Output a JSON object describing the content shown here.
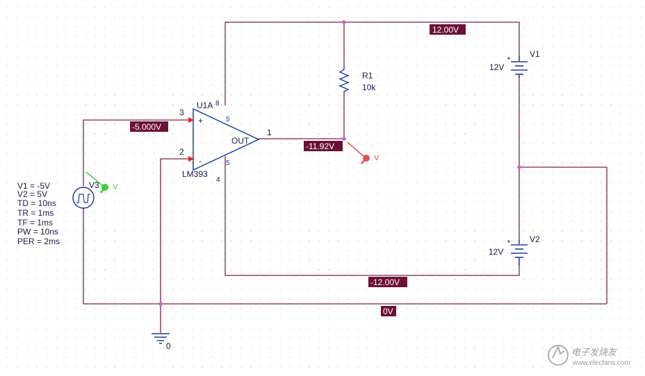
{
  "colors": {
    "wire": "#7a2140",
    "component": "#1d3b9c",
    "tag_bg": "#6b1136",
    "tag_text": "#ffffff",
    "label": "#1a1a40",
    "voltage_marker": "#e65050",
    "voltage_marker_green": "#3ccc3c",
    "grid_dot": "#d2d2d2"
  },
  "opamp": {
    "ref": "U1A",
    "part": "LM393",
    "out_label": "OUT",
    "plus_sign": "+",
    "minus_sign": "-",
    "pin_in_plus": "3",
    "pin_in_minus": "2",
    "pin_out": "1",
    "pin_vplus": "8",
    "pin_vminus": "4",
    "pin_glyph": "5"
  },
  "resistor": {
    "ref": "R1",
    "value": "10k"
  },
  "batteries": [
    {
      "ref": "V1",
      "value": "12V"
    },
    {
      "ref": "V2",
      "value": "12V"
    }
  ],
  "source": {
    "ref": "V3",
    "params": [
      "V1 = -5V",
      "V2 = 5V",
      "TD = 10ns",
      "TR = 1ms",
      "TF = 1ms",
      "PW = 10ns",
      "PER = 2ms"
    ]
  },
  "probes": {
    "red_label": "V",
    "green_label": "V"
  },
  "ground": {
    "label": "0"
  },
  "node_voltages": {
    "top_rail": "12.00V",
    "in_plus": "-5.000V",
    "output": "-11.92V",
    "bottom_rail": "-12.00V",
    "ground": "0V"
  },
  "watermark": {
    "text": "电子发烧友",
    "url": "www.elecfans.com"
  }
}
